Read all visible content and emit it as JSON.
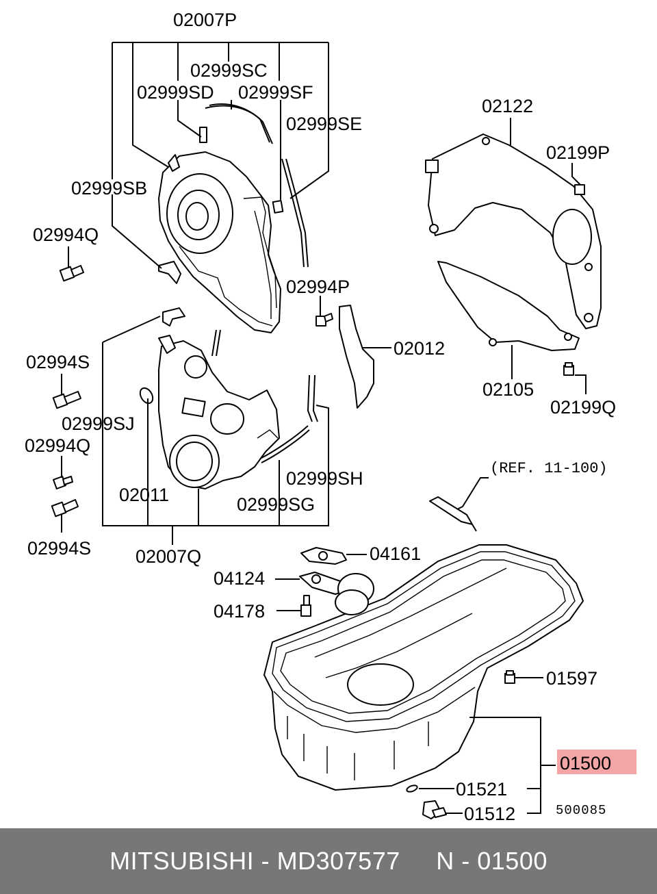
{
  "diagram": {
    "labels": {
      "l_02007P": "02007P",
      "l_02999SC": "02999SC",
      "l_02999SD": "02999SD",
      "l_02999SF": "02999SF",
      "l_02999SE": "02999SE",
      "l_02999SB": "02999SB",
      "l_02994Q_a": "02994Q",
      "l_02994P": "02994P",
      "l_02012": "02012",
      "l_02994S_a": "02994S",
      "l_02999SJ": "02999SJ",
      "l_02994Q_b": "02994Q",
      "l_02011": "02011",
      "l_02999SH": "02999SH",
      "l_02999SG": "02999SG",
      "l_02994S_b": "02994S",
      "l_02007Q": "02007Q",
      "l_02122": "02122",
      "l_02199P": "02199P",
      "l_02105": "02105",
      "l_02199Q": "02199Q",
      "l_ref": "(REF. 11-100)",
      "l_04161": "04161",
      "l_04124": "04124",
      "l_04178": "04178",
      "l_01597": "01597",
      "l_01500": "01500",
      "l_01521": "01521",
      "l_01512": "01512",
      "l_code": "500085"
    },
    "highlight_color": "#f4a6a6"
  },
  "footer": {
    "text": "MITSUBISHI - MD307577     N - 01500",
    "background": "#777777",
    "color": "#ffffff"
  }
}
